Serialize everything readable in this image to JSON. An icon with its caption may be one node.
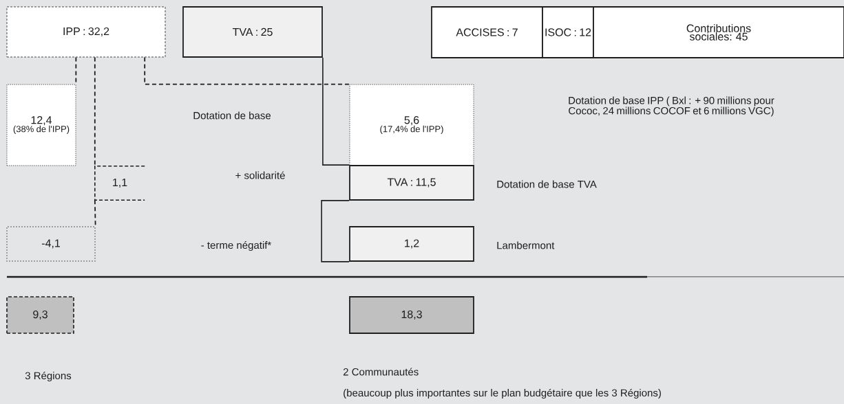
{
  "diagram": {
    "nodes": [
      {
        "text": [
          "IPP : 32,2"
        ]
      },
      {
        "text": [
          "TVA : 25"
        ]
      },
      {
        "text": [
          "ACCISES : 7"
        ]
      },
      {
        "text": [
          "ISOC : 12"
        ]
      },
      {
        "text": [
          "Contributions sociales: 45"
        ]
      },
      {
        "text": [
          "12,4",
          "(38% de l'IPP)"
        ]
      },
      {
        "text": [
          "5,6",
          "(17,4% de l'IPP)"
        ]
      },
      {
        "text": [
          "1,1"
        ]
      },
      {
        "text": [
          "TVA : 11,5"
        ]
      },
      {
        "text": [
          "-4,1"
        ]
      },
      {
        "text": [
          "1,2"
        ]
      },
      {
        "text": [
          "9,3"
        ]
      },
      {
        "text": [
          "18,3"
        ]
      }
    ],
    "edges": [
      {
        "from": 0,
        "to": 5,
        "arrow": "none",
        "style": "dashed"
      },
      {
        "from": 0,
        "to": 7,
        "arrow": "none",
        "style": "dashed"
      },
      {
        "from": 7,
        "to": 9,
        "arrow": "none",
        "style": "dashed"
      },
      {
        "from": 0,
        "to": 6,
        "arrow": "none",
        "style": "dashed"
      },
      {
        "from": 1,
        "to": 8,
        "arrow": "none"
      },
      {
        "from": 8,
        "to": 10,
        "arrow": "none"
      }
    ],
    "labels": [
      "Dotation de base",
      "+  solidarité",
      "- terme négatif*",
      "Dotation de base IPP ( Bxl : + 90 millions pour Cococ, 24 millions COCOF et 6 millions VGC)",
      "Dotation de base TVA",
      "Lambermont",
      "3 Régions",
      "2 Communautés",
      "(beaucoup plus importantes sur le plan budgétaire que les 3 Régions)"
    ]
  }
}
